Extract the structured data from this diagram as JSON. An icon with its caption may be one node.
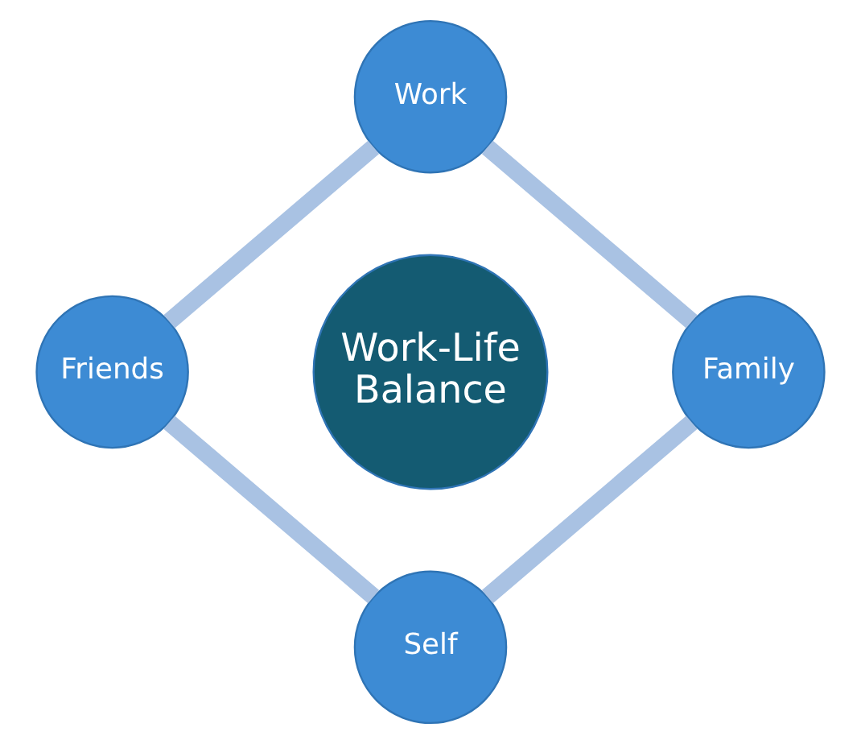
{
  "diagram": {
    "nodes": [
      {
        "text": [
          "Work"
        ]
      },
      {
        "text": [
          "Friends"
        ]
      },
      {
        "text": [
          "Work-Life Balance"
        ]
      },
      {
        "text": [
          "Family"
        ]
      },
      {
        "text": [
          "Self"
        ]
      }
    ],
    "edges": [
      {
        "from": 0,
        "to": 3,
        "arrow": "none"
      },
      {
        "from": 3,
        "to": 4,
        "arrow": "none"
      },
      {
        "from": 4,
        "to": 1,
        "arrow": "none"
      },
      {
        "from": 1,
        "to": 0,
        "arrow": "none"
      }
    ]
  }
}
